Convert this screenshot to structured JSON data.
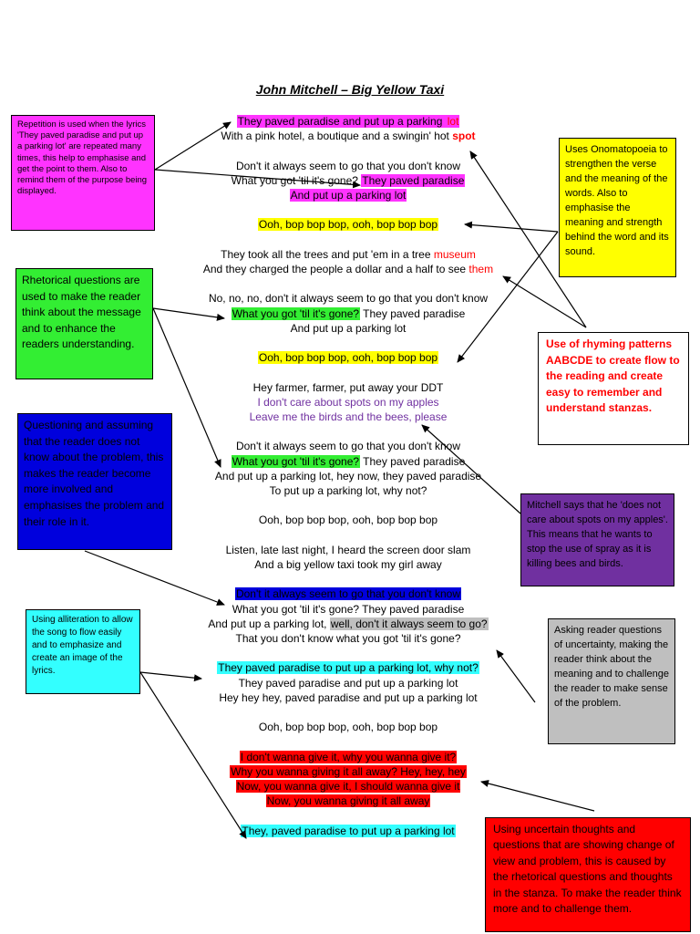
{
  "title": "John Mitchell – Big Yellow Taxi",
  "colors": {
    "magenta": "#ff33ff",
    "yellow": "#ffff00",
    "green": "#33ee33",
    "blue": "#0000dd",
    "cyan": "#33ffff",
    "purple": "#7030a0",
    "gray": "#bfbfbf",
    "red": "#ff0000",
    "lavender_text": "#7030a0",
    "red_text": "#ff0000"
  },
  "lyrics": [
    [
      {
        "t": "They paved paradise and put up a parking ",
        "hl": "magenta"
      },
      {
        "t": "lot",
        "hl": "magenta",
        "c": "red"
      }
    ],
    [
      {
        "t": "With a pink hotel, a boutique and a swingin' hot "
      },
      {
        "t": "spot",
        "c": "red",
        "b": true
      }
    ],
    [],
    [
      {
        "t": "Don't it always seem to go that you don't know"
      }
    ],
    [
      {
        "t": "What you got 'til it's gone? "
      },
      {
        "t": "They paved paradise",
        "hl": "magenta"
      }
    ],
    [
      {
        "t": "And put up a parking lot",
        "hl": "magenta"
      }
    ],
    [],
    [
      {
        "t": "Ooh, bop bop bop, ooh, bop bop bop",
        "hl": "yellow"
      }
    ],
    [],
    [
      {
        "t": "They took all the trees and put 'em in a tree "
      },
      {
        "t": "museum",
        "c": "red"
      }
    ],
    [
      {
        "t": "And they charged the people a dollar and a half to see "
      },
      {
        "t": "them",
        "c": "red"
      }
    ],
    [],
    [
      {
        "t": "No, no, no, don't it always seem to go that you don't know"
      }
    ],
    [
      {
        "t": "What you got 'til it's gone?",
        "hl": "green"
      },
      {
        "t": " They paved paradise"
      }
    ],
    [
      {
        "t": "And put up a parking lot"
      }
    ],
    [],
    [
      {
        "t": "Ooh, bop bop bop, ooh, bop bop bop",
        "hl": "yellow"
      }
    ],
    [],
    [
      {
        "t": "Hey farmer, farmer, put away your DDT"
      }
    ],
    [
      {
        "t": "I don't care about spots on my apples",
        "c": "lavender"
      }
    ],
    [
      {
        "t": "Leave me the birds and the bees, please",
        "c": "lavender"
      }
    ],
    [],
    [
      {
        "t": "Don't it always seem to go that you don't know"
      }
    ],
    [
      {
        "t": "What you got 'til it's gone?",
        "hl": "green"
      },
      {
        "t": " They paved paradise"
      }
    ],
    [
      {
        "t": "And put up a parking lot, hey now, they paved paradise"
      }
    ],
    [
      {
        "t": "To put up a parking lot, why not?"
      }
    ],
    [],
    [
      {
        "t": "Ooh, bop bop bop, ooh, bop bop bop"
      }
    ],
    [],
    [
      {
        "t": "Listen, late last night, I heard the screen door slam"
      }
    ],
    [
      {
        "t": "And a big yellow taxi took my girl away"
      }
    ],
    [],
    [
      {
        "t": "Don't it always seem to go that you don't know",
        "hl": "blue"
      }
    ],
    [
      {
        "t": "What you got 'til it's gone? They paved paradise"
      }
    ],
    [
      {
        "t": "And put up a parking lot, "
      },
      {
        "t": "well, don't it always seem to go?",
        "hl": "gray"
      }
    ],
    [
      {
        "t": "That you don't know what you got 'til it's gone?"
      }
    ],
    [],
    [
      {
        "t": "They paved paradise to put up a parking lot, why not?",
        "hl": "cyan"
      }
    ],
    [
      {
        "t": "They paved paradise and put up a parking lot"
      }
    ],
    [
      {
        "t": "Hey hey hey, paved paradise and put up a parking lot"
      }
    ],
    [],
    [
      {
        "t": "Ooh, bop bop bop, ooh, bop bop bop"
      }
    ],
    [],
    [
      {
        "t": "I don't wanna give it, why you wanna give it?",
        "hl": "red"
      }
    ],
    [
      {
        "t": "Why you wanna giving it all away? Hey, hey, hey",
        "hl": "red"
      }
    ],
    [
      {
        "t": "Now, you wanna give it, I should wanna give it",
        "hl": "red"
      }
    ],
    [
      {
        "t": "Now, you wanna giving it all away",
        "hl": "red"
      }
    ],
    [],
    [
      {
        "t": "They, paved paradise to put up a parking lot",
        "hl": "cyan"
      }
    ]
  ],
  "notes": {
    "repetition": "Repetition is used when the lyrics 'They paved paradise and put up a parking lot' are repeated many times, this help to emphasise and get the point to them.  Also to remind them of the purpose being displayed.",
    "rhetorical": "Rhetorical questions are used to make the reader think about the message and to enhance the readers understanding.",
    "questioning": "Questioning and assuming that the reader does not know about the problem, this makes the reader become more involved and emphasises the problem and their role in it.",
    "alliteration": "Using alliteration to allow the song to flow easily and to emphasize and create an image of the lyrics.",
    "onomatopoeia": "Uses Onomatopoeia to strengthen the verse and the meaning of the words.  Also to emphasise the meaning and strength behind the word and its sound.",
    "rhyming": "Use of rhyming patterns AABCDE to create flow to the reading and create easy to remember and understand stanzas.",
    "mitchell": "Mitchell says that he 'does not care about spots on my apples'.  This means that he wants to stop the use of spray as it is killing bees and birds.",
    "uncertainty": "Asking reader questions of uncertainty, making the reader think about the meaning and to challenge the reader to make sense of the problem.",
    "uncertain_thoughts": "Using uncertain thoughts and questions that are showing change of view and problem, this is caused by the rhetorical questions and thoughts in the stanza.  To make the reader think more and to challenge them."
  }
}
